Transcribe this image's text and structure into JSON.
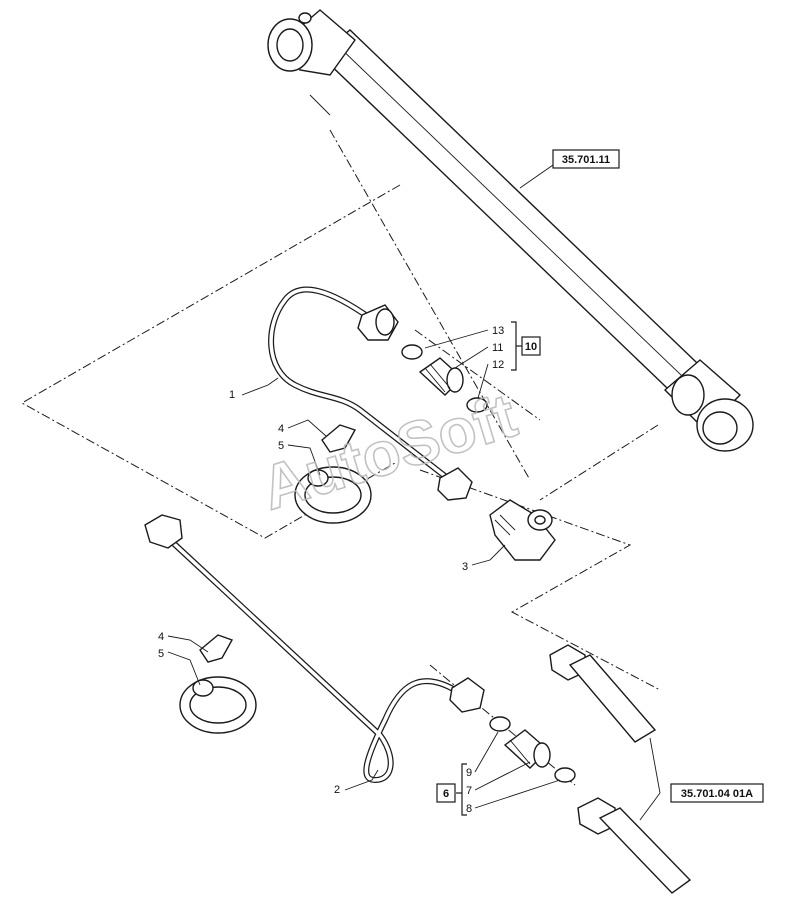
{
  "watermark": "AutoSoft",
  "references": {
    "cylinder": "35.701.11",
    "fitting_kit_upper": "10",
    "fitting_kit_lower": "6",
    "ram_rod": "35.701.04 01A"
  },
  "callouts": {
    "pipe_upper": "1",
    "pipe_lower": "2",
    "elbow": "3",
    "clamp_cover_upper": "4",
    "clamp_upper": "5",
    "clamp_cover_lower": "4",
    "clamp_lower": "5",
    "oring_13": "13",
    "adapter_11": "11",
    "oring_12": "12",
    "oring_9": "9",
    "adapter_7": "7",
    "oring_8": "8"
  },
  "colors": {
    "line": "#1a1a1a",
    "watermark": "#b8b8b8",
    "background": "#ffffff"
  }
}
